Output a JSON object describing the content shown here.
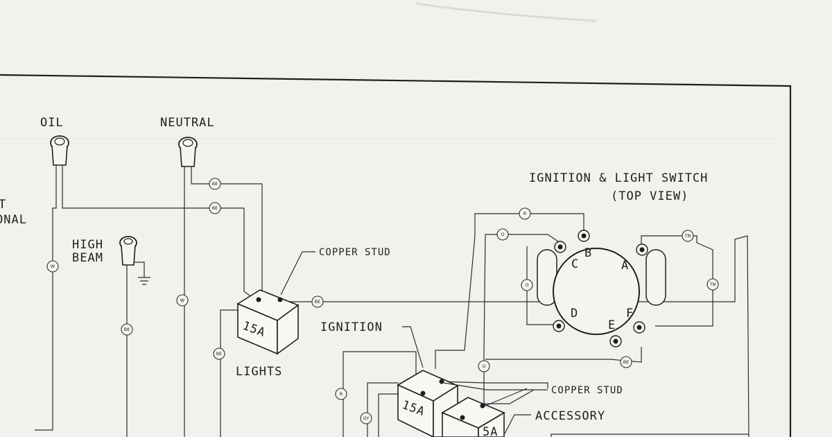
{
  "lamps": {
    "oil": "OIL",
    "neutral": "NEUTRAL",
    "high_beam": [
      "HIGH",
      "BEAM"
    ],
    "cut_off_left": [
      "T",
      "ONAL"
    ]
  },
  "switch": {
    "title": "IGNITION & LIGHT SWITCH",
    "subtitle": "(TOP VIEW)",
    "terminals": [
      "A",
      "B",
      "C",
      "D",
      "E",
      "F"
    ]
  },
  "fuses": {
    "lights_rating": "15A",
    "lights_label": "LIGHTS",
    "ignition_rating": "15A",
    "ignition_label": "IGNITION",
    "accessory_rating": "5A",
    "accessory_label": "ACCESSORY",
    "copper_stud": "COPPER STUD"
  },
  "wire_colors": [
    "BE",
    "W",
    "BK",
    "R",
    "O",
    "TN",
    "GY"
  ]
}
